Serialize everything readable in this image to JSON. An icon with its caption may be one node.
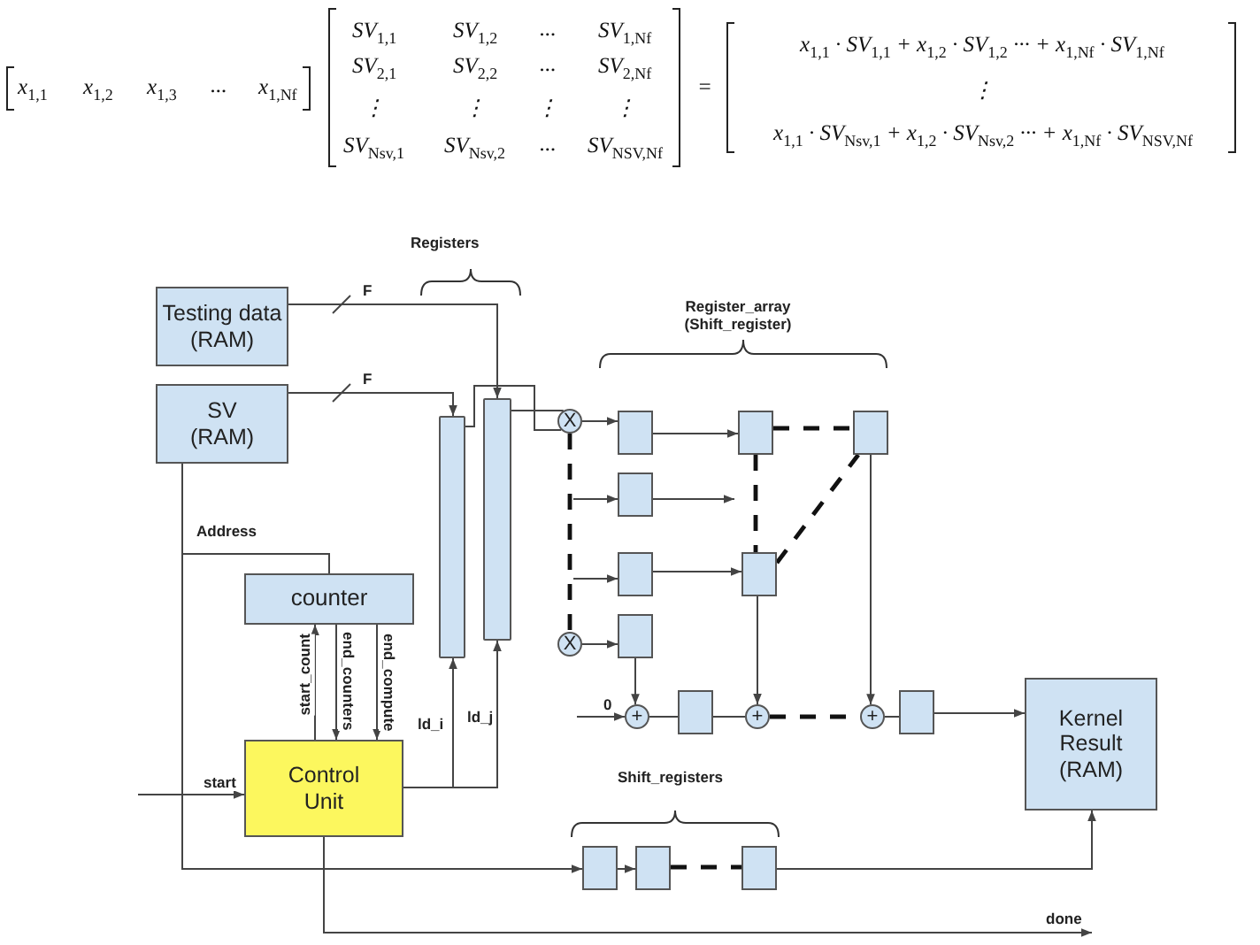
{
  "diagram": {
    "nodes": [
      {
        "text": [
          "Testing data (RAM)"
        ]
      },
      {
        "text": [
          "SV (RAM)"
        ]
      },
      {
        "text": [],
        "shape": "bar"
      },
      {
        "text": [],
        "shape": "bar"
      },
      {
        "text": [
          "X"
        ]
      },
      {
        "text": [],
        "shape": "box"
      },
      {
        "text": [],
        "shape": "box"
      },
      {
        "text": [],
        "shape": "box"
      },
      {
        "text": [],
        "shape": "box"
      },
      {
        "text": [],
        "shape": "box"
      },
      {
        "text": [],
        "shape": "box"
      },
      {
        "text": [
          "counter"
        ]
      },
      {
        "text": [],
        "shape": "box"
      },
      {
        "text": [
          "X"
        ]
      },
      {
        "text": [
          "+"
        ]
      },
      {
        "text": [],
        "shape": "box"
      },
      {
        "text": [
          "+"
        ]
      },
      {
        "text": [
          "+"
        ]
      },
      {
        "text": [],
        "shape": "box"
      },
      {
        "text": [
          "Kernel Result (RAM)"
        ]
      },
      {
        "text": [
          "Control Unit"
        ]
      },
      {
        "text": [],
        "shape": "box"
      },
      {
        "text": [],
        "shape": "box"
      },
      {
        "text": [],
        "shape": "box"
      }
    ],
    "edges": [
      {
        "from": 0,
        "to": 3,
        "arrow": "to",
        "label": "F"
      },
      {
        "from": 1,
        "to": 2,
        "arrow": "to",
        "label": "F"
      },
      {
        "from": 3,
        "to": 4,
        "arrow": "none"
      },
      {
        "from": 2,
        "to": 4,
        "arrow": "none"
      },
      {
        "from": 4,
        "to": 5,
        "arrow": "to"
      },
      {
        "from": 5,
        "to": 6,
        "arrow": "to"
      },
      {
        "from": 6,
        "to": 7,
        "arrow": "none",
        "style": "dashed"
      },
      {
        "from": 4,
        "to": 13,
        "arrow": "none",
        "style": "dashed"
      },
      {
        "from": null,
        "to": 8,
        "arrow": "to"
      },
      {
        "from": null,
        "to": 9,
        "arrow": "to"
      },
      {
        "from": 8,
        "to": null,
        "arrow": "to"
      },
      {
        "from": 6,
        "to": 10,
        "arrow": "none",
        "style": "dashed"
      },
      {
        "from": 9,
        "to": 10,
        "arrow": "to"
      },
      {
        "from": 10,
        "to": 7,
        "arrow": "none",
        "style": "dashed"
      },
      {
        "from": 13,
        "to": 12,
        "arrow": "to"
      },
      {
        "from": 12,
        "to": 14,
        "arrow": "to"
      },
      {
        "from": null,
        "to": 14,
        "arrow": "to",
        "label": "0"
      },
      {
        "from": 14,
        "to": 15,
        "arrow": "none"
      },
      {
        "from": 15,
        "to": 16,
        "arrow": "none"
      },
      {
        "from": 10,
        "to": 16,
        "arrow": "to"
      },
      {
        "from": 16,
        "to": 17,
        "arrow": "none",
        "style": "dashed"
      },
      {
        "from": 7,
        "to": 17,
        "arrow": "to"
      },
      {
        "from": 17,
        "to": 18,
        "arrow": "none"
      },
      {
        "from": 18,
        "to": 19,
        "arrow": "to"
      },
      {
        "from": 11,
        "to": 1,
        "arrow": "none",
        "label": "Address"
      },
      {
        "from": 11,
        "to": 21,
        "arrow": "to"
      },
      {
        "from": 20,
        "to": 11,
        "arrow": "to",
        "label": "start_count"
      },
      {
        "from": 11,
        "to": 20,
        "arrow": "to",
        "label": "end_counters"
      },
      {
        "from": 11,
        "to": 20,
        "arrow": "to",
        "label": "end_compute"
      },
      {
        "from": null,
        "to": 20,
        "arrow": "to",
        "label": "start"
      },
      {
        "from": 20,
        "to": 2,
        "arrow": "to",
        "label": "ld_i"
      },
      {
        "from": 20,
        "to": 3,
        "arrow": "to",
        "label": "ld_j"
      },
      {
        "from": 21,
        "to": 22,
        "arrow": "to"
      },
      {
        "from": 22,
        "to": 23,
        "arrow": "none",
        "style": "dashed"
      },
      {
        "from": 23,
        "to": 19,
        "arrow": "to"
      },
      {
        "from": 20,
        "to": null,
        "arrow": "to",
        "label": "done"
      }
    ],
    "labels": [
      "x$_{1,1}$",
      "x$_{1,2}$",
      "x$_{1,3}$",
      "...",
      "x$_{1,Nf}$",
      "SV$_{1,1}$",
      "SV$_{1,2}$",
      "...",
      "SV$_{1,Nf}$",
      "SV$_{2,1}$",
      "SV$_{2,2}$",
      "...",
      "SV$_{2,Nf}$",
      "⋮",
      "⋮",
      "⋮",
      "⋮",
      "SV$_{Nsv,1}$",
      "SV$_{Nsv,2}$",
      "...",
      "SV$_{NSV,Nf}$",
      "=",
      "x$_{1,1}$ · SV$_{1,1}$ + x$_{1,2}$ · SV$_{1,2}$ ··· + x$_{1,Nf}$ · SV$_{1,Nf}$",
      "⋮",
      "x$_{1,1}$ · SV$_{Nsv,1}$ + x$_{1,2}$ · SV$_{Nsv,2}$ ··· + x$_{1,Nf}$ · SV$_{NSV,Nf}$",
      "Registers",
      "Register_array (Shift_register)",
      "Shift_registers"
    ]
  }
}
